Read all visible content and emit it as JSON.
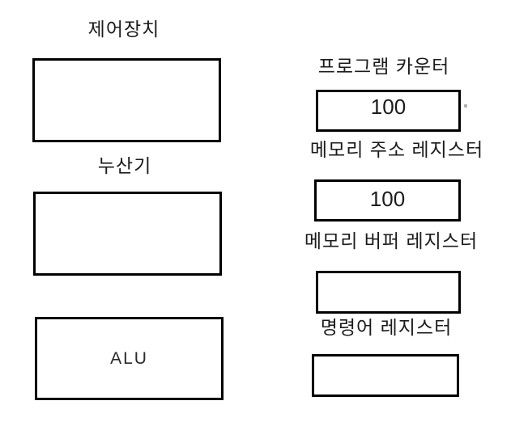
{
  "diagram": {
    "control_unit": {
      "label": "제어장치",
      "value": ""
    },
    "accumulator": {
      "label": "누산기",
      "value": ""
    },
    "alu": {
      "label": "ALU"
    },
    "program_counter": {
      "label": "프로그램 카운터",
      "value": "100"
    },
    "memory_address_register": {
      "label": "메모리 주소 레지스터",
      "value": "100"
    },
    "memory_buffer_register": {
      "label": "메모리 버퍼 레지스터",
      "value": ""
    },
    "instruction_register": {
      "label": "명령어 레지스터",
      "value": ""
    },
    "colors": {
      "background": "#ffffff",
      "box_border": "#000000",
      "text": "#1b1b1b",
      "artifact_dot": "#b0b0b0"
    }
  }
}
